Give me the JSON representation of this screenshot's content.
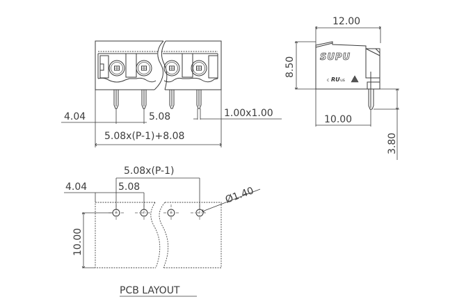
{
  "drawing": {
    "title": "Terminal block connector technical drawing",
    "brand_logo": "SUPU",
    "certification_marks": {
      "ul_prefix": "c",
      "ul_suffix": "us",
      "ul_symbol": "RU"
    },
    "front_view": {
      "dim_edge_to_first_pin": "4.04",
      "dim_pitch": "5.08",
      "dim_pin_section": "1.00x1.00",
      "dim_overall_length": "5.08x(P-1)+8.08"
    },
    "side_view": {
      "dim_depth": "12.00",
      "dim_height": "8.50",
      "dim_pin_offset": "10.00",
      "dim_pin_length": "3.80"
    },
    "pcb_layout": {
      "dim_pin_span": "5.08x(P-1)",
      "dim_edge_to_first_pin": "4.04",
      "dim_pitch": "5.08",
      "dim_hole_diameter": "Ø1.40",
      "dim_row_offset": "10.00",
      "caption": "PCB LAYOUT"
    }
  }
}
